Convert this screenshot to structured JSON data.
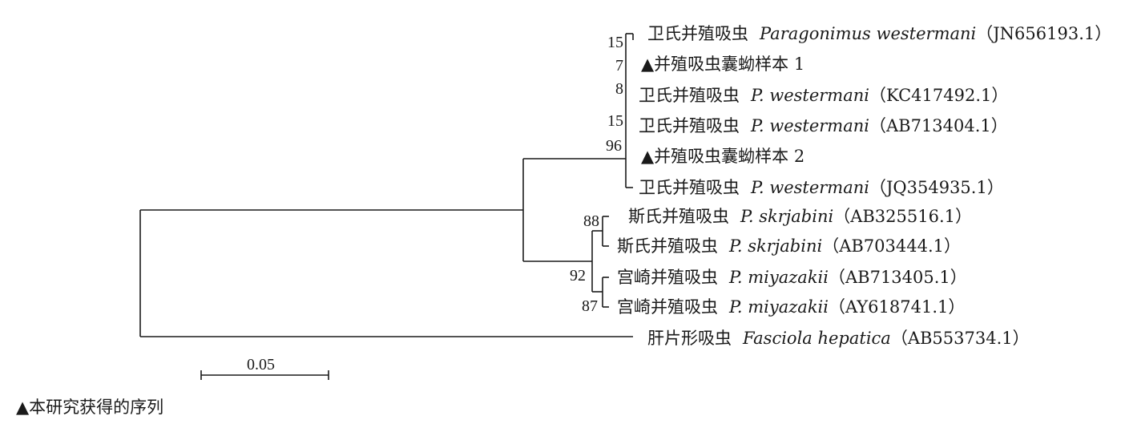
{
  "tree": {
    "taxa": [
      {
        "id": "t1",
        "cn": "卫氏并殖吸虫",
        "sp": "Paragonimus westermani",
        "acc": "（JN656193.1）"
      },
      {
        "id": "t2",
        "cn": "▲并殖吸虫囊蚴样本 1",
        "sp": "",
        "acc": ""
      },
      {
        "id": "t3",
        "cn": "卫氏并殖吸虫",
        "sp": "P. westermani",
        "acc": "（KC417492.1）"
      },
      {
        "id": "t4",
        "cn": "卫氏并殖吸虫",
        "sp": "P. westermani",
        "acc": "（AB713404.1）"
      },
      {
        "id": "t5",
        "cn": "▲并殖吸虫囊蚴样本 2",
        "sp": "",
        "acc": ""
      },
      {
        "id": "t6",
        "cn": "卫氏并殖吸虫",
        "sp": "P. westermani",
        "acc": "（JQ354935.1）"
      },
      {
        "id": "t7",
        "cn": "斯氏并殖吸虫",
        "sp": "P. skrjabini",
        "acc": "（AB325516.1）"
      },
      {
        "id": "t8",
        "cn": "斯氏并殖吸虫",
        "sp": "P. skrjabini",
        "acc": "（AB703444.1）"
      },
      {
        "id": "t9",
        "cn": "宫崎并殖吸虫",
        "sp": "P. miyazakii",
        "acc": "（AB713405.1）"
      },
      {
        "id": "t10",
        "cn": "宫崎并殖吸虫",
        "sp": "P. miyazakii",
        "acc": "（AY618741.1）"
      },
      {
        "id": "t11",
        "cn": "肝片形吸虫",
        "sp": "Fasciola hepatica",
        "acc": "（AB553734.1）"
      }
    ],
    "bootstrap": [
      "15",
      "7",
      "8",
      "15",
      "96",
      "88",
      "92",
      "87"
    ],
    "scale_bar": "0.05",
    "footnote": "▲本研究获得的序列"
  }
}
